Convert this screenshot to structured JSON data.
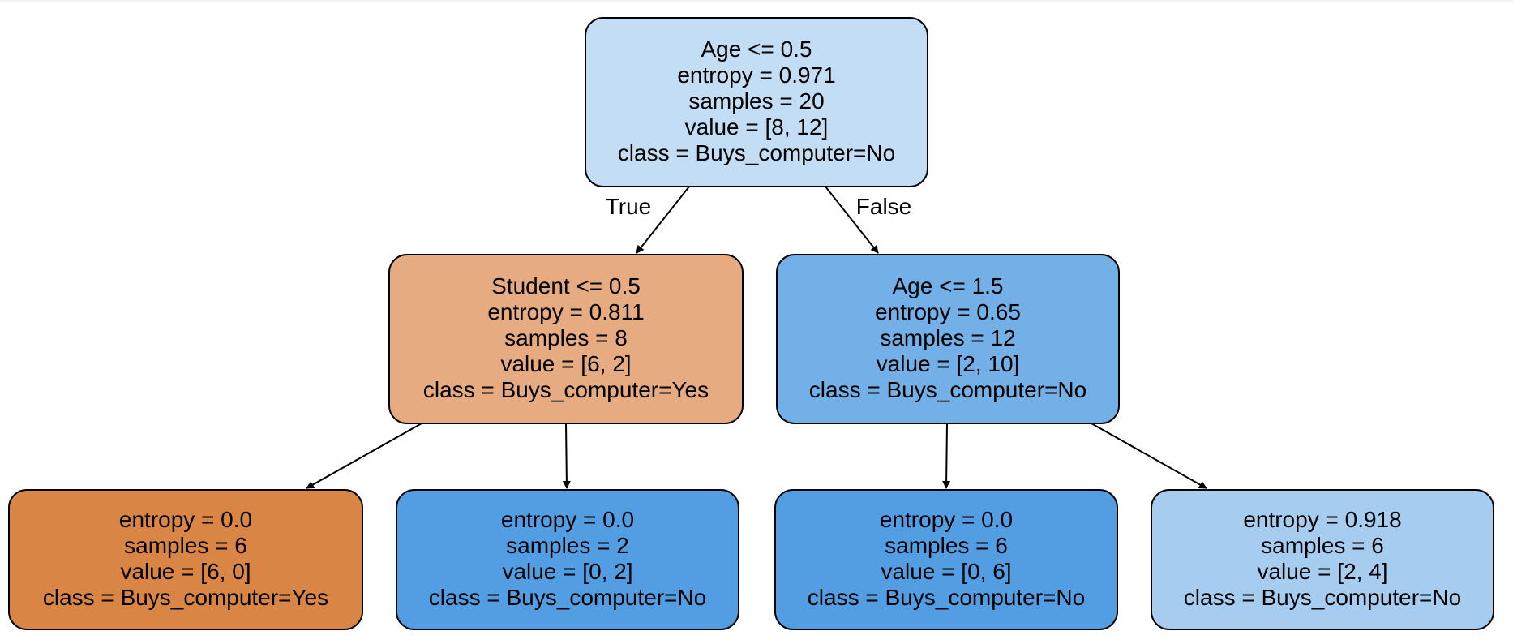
{
  "tree": {
    "nodes": [
      {
        "id": "root",
        "fill": "#c3ddf4",
        "lines": [
          "Age <= 0.5",
          "entropy = 0.971",
          "samples = 20",
          "value = [8, 12]",
          "class = Buys_computer=No"
        ]
      },
      {
        "id": "left",
        "fill": "#e6ab81",
        "lines": [
          "Student <= 0.5",
          "entropy = 0.811",
          "samples = 8",
          "value = [6, 2]",
          "class = Buys_computer=Yes"
        ]
      },
      {
        "id": "right",
        "fill": "#72b0e7",
        "lines": [
          "Age <= 1.5",
          "entropy = 0.65",
          "samples = 12",
          "value = [2, 10]",
          "class = Buys_computer=No"
        ]
      },
      {
        "id": "ll",
        "fill": "#d88546",
        "lines": [
          "entropy = 0.0",
          "samples = 6",
          "value = [6, 0]",
          "class = Buys_computer=Yes"
        ]
      },
      {
        "id": "lr",
        "fill": "#539de3",
        "lines": [
          "entropy = 0.0",
          "samples = 2",
          "value = [0, 2]",
          "class = Buys_computer=No"
        ]
      },
      {
        "id": "rl",
        "fill": "#539de3",
        "lines": [
          "entropy = 0.0",
          "samples = 6",
          "value = [0, 6]",
          "class = Buys_computer=No"
        ]
      },
      {
        "id": "rr",
        "fill": "#a6cdf0",
        "lines": [
          "entropy = 0.918",
          "samples = 6",
          "value = [2, 4]",
          "class = Buys_computer=No"
        ]
      }
    ],
    "edges": [
      {
        "from": "root",
        "to": "left",
        "label": "True"
      },
      {
        "from": "root",
        "to": "right",
        "label": "False"
      },
      {
        "from": "left",
        "to": "ll",
        "label": ""
      },
      {
        "from": "left",
        "to": "lr",
        "label": ""
      },
      {
        "from": "right",
        "to": "rl",
        "label": ""
      },
      {
        "from": "right",
        "to": "rr",
        "label": ""
      }
    ]
  }
}
